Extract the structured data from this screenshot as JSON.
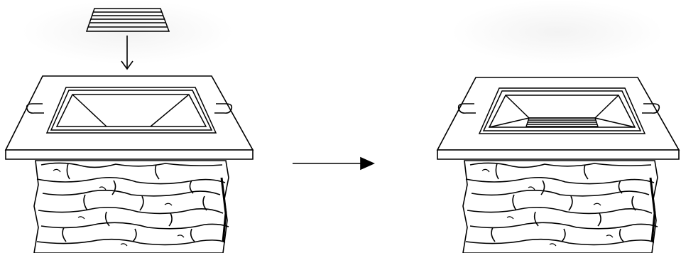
{
  "diagram": {
    "steps": [
      {
        "id": "before",
        "state": "grate above fire bowl, arrow pointing down into bowl"
      },
      {
        "id": "after",
        "state": "grate seated at bottom of fire bowl"
      }
    ],
    "transition_icon": "right-arrow-icon",
    "insert_arrow_icon": "down-arrow-icon",
    "colors": {
      "line": "#000000",
      "background": "#ffffff",
      "halo": "#f1f1f1"
    }
  }
}
